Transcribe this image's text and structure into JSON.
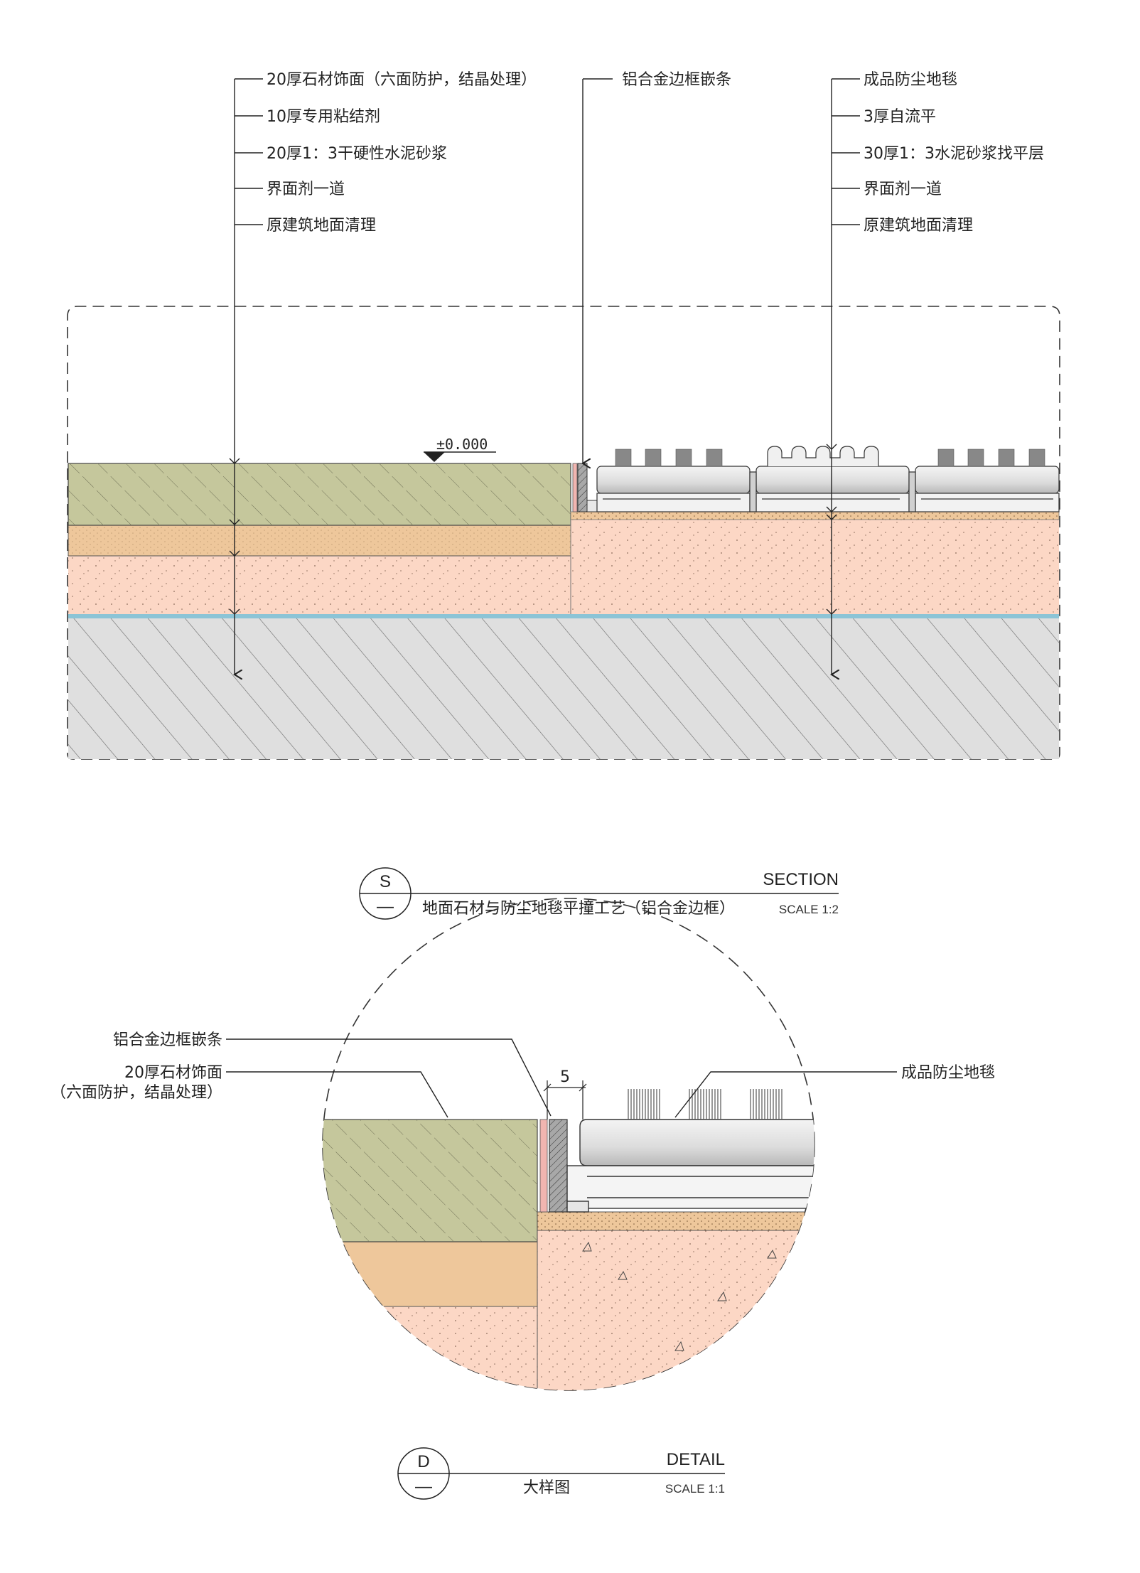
{
  "section": {
    "callouts_left": [
      "20厚石材饰面（六面防护，结晶处理）",
      "10厚专用粘结剂",
      "20厚1：3干硬性水泥砂浆",
      "界面剂一道",
      "原建筑地面清理"
    ],
    "callout_middle": "铝合金边框嵌条",
    "callouts_right": [
      "成品防尘地毯",
      "3厚自流平",
      "30厚1：3水泥砂浆找平层",
      "界面剂一道",
      "原建筑地面清理"
    ],
    "level_mark": "±0.000",
    "title_symbol_top": "S",
    "title_symbol_bottom": "—",
    "title_type": "SECTION",
    "title_name": "地面石材与防尘地毯平撞工艺（铝合金边框）",
    "title_scale": "SCALE 1:2"
  },
  "detail": {
    "label_frame": "铝合金边框嵌条",
    "label_stone_line1": "20厚石材饰面",
    "label_stone_line2": "（六面防护，结晶处理）",
    "label_carpet": "成品防尘地毯",
    "dimension": "5",
    "title_symbol_top": "D",
    "title_symbol_bottom": "—",
    "title_type": "DETAIL",
    "title_name": "大样图",
    "title_scale": "SCALE 1:1"
  },
  "colors": {
    "stone": "#c5c79c",
    "adhesive_mortar": "#eec79b",
    "cement": "#fcd7c5",
    "base_slab": "#dfdfdf",
    "membrane": "#8cc4d6",
    "aluminium_frame": "#9a9a9a"
  }
}
